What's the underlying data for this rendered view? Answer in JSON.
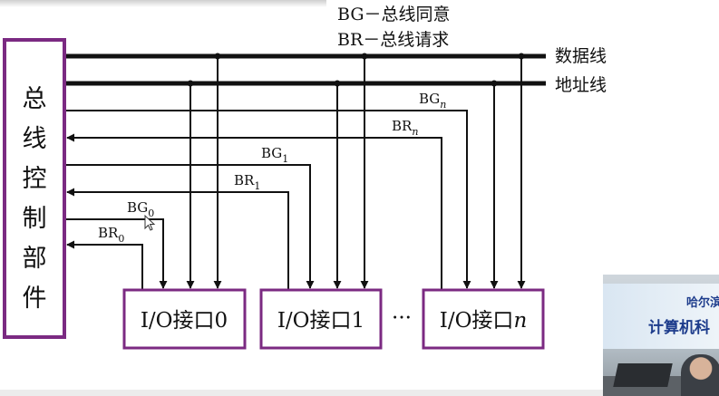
{
  "legend": {
    "bg_def": "BG－总线同意",
    "br_def": "BR－总线请求"
  },
  "controller": {
    "chars": [
      "总",
      "线",
      "控",
      "制",
      "部",
      "件"
    ],
    "color": "#7b2a82"
  },
  "buses": {
    "data": "数据线",
    "address": "地址线"
  },
  "signals": {
    "bg_n": {
      "base": "BG",
      "sub": "n"
    },
    "br_n": {
      "base": "BR",
      "sub": "n"
    },
    "bg_1": {
      "base": "BG",
      "sub": "1"
    },
    "br_1": {
      "base": "BR",
      "sub": "1"
    },
    "bg_0": {
      "base": "BG",
      "sub": "0"
    },
    "br_0": {
      "base": "BR",
      "sub": "0"
    }
  },
  "interfaces": {
    "if0": {
      "text": "I/O接口",
      "idx": "0"
    },
    "if1": {
      "text": "I/O接口",
      "idx": "1"
    },
    "ifn": {
      "text": "I/O接口",
      "idx": "n"
    },
    "ellipsis": "···"
  },
  "video": {
    "line1": "哈尔滨",
    "line2": "计算机科"
  },
  "colors": {
    "box": "#7b2a82",
    "line": "#111111"
  }
}
